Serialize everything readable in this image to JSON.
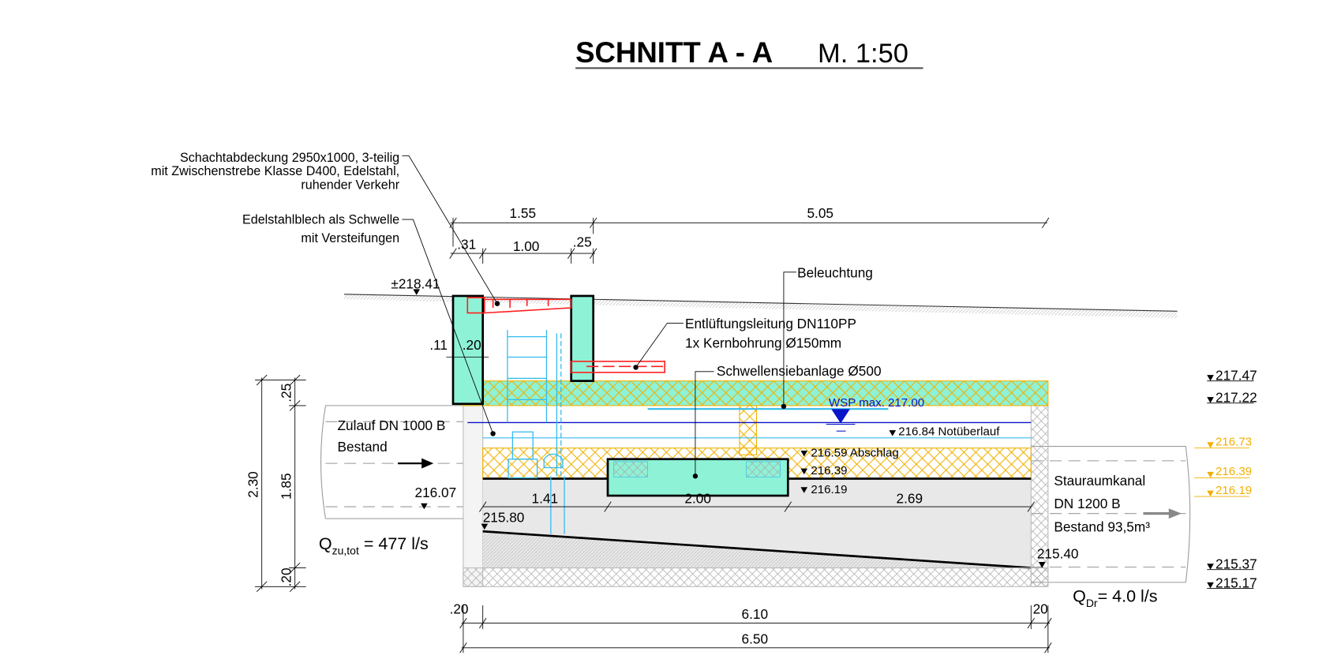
{
  "title": {
    "main": "SCHNITT A - A",
    "scale": "M. 1:50"
  },
  "callouts": {
    "cover_line1": "Schachtabdeckung 2950x1000, 3-teilig",
    "cover_line2": "mit Zwischenstrebe Klasse D400, Edelstahl,",
    "cover_line3": "ruhender Verkehr",
    "sill_line1": "Edelstahlblech als Schwelle",
    "sill_line2": "mit Versteifungen",
    "lighting": "Beleuchtung",
    "vent_line1": "Entlüftungsleitung DN110PP",
    "vent_line2": "1x Kernbohrung Ø150mm",
    "screen": "Schwellensiebanlage Ø500"
  },
  "dimensions": {
    "top_a": "1.55",
    "top_b": "5.05",
    "sub_a": ".31",
    "sub_b": "1.00",
    "sub_c": ".25",
    "wall_a": ".11",
    "wall_b": ".20",
    "left_total": "2.30",
    "left_a": ".25",
    "left_b": "1.85",
    "left_c": ".20",
    "inner_a": "1.41",
    "inner_b": "2.00",
    "inner_c": "2.69",
    "bottom_a": ".20",
    "bottom_b": "6.10",
    "bottom_c": "20",
    "bottom_total": "6.50"
  },
  "levels": {
    "ground": "±218.41",
    "wsp": "WSP max. 217.00",
    "overflow": "216.84 Notüberlauf",
    "abschlag": "216.59 Abschlag",
    "l21639": "216.39",
    "l21619": "216.19",
    "inlet_invert": "216.07",
    "floor_start": "215.80",
    "floor_end": "215.40",
    "right": [
      "217.47",
      "217.22",
      "215.37",
      "215.17"
    ],
    "right_orange": [
      "216.73",
      "216.39",
      "216.19"
    ]
  },
  "pipes": {
    "inlet_line1": "Zulauf DN 1000 B",
    "inlet_line2": "Bestand",
    "outlet_line1": "Stauraumkanal",
    "outlet_line2": "DN 1200 B",
    "outlet_line3": "Bestand 93,5m³"
  },
  "flows": {
    "q_in_symbol": "Q",
    "q_in_sub": "zu,tot",
    "q_in_value": " = 477 l/s",
    "q_out_symbol": "Q",
    "q_out_sub": "Dr",
    "q_out_value": "= 4.0 l/s"
  },
  "colors": {
    "concrete": "#8ef2d6",
    "hatch": "#f0b000",
    "cover": "#ff2020",
    "equipment": "#33bbee",
    "water": "#0a14c8"
  }
}
